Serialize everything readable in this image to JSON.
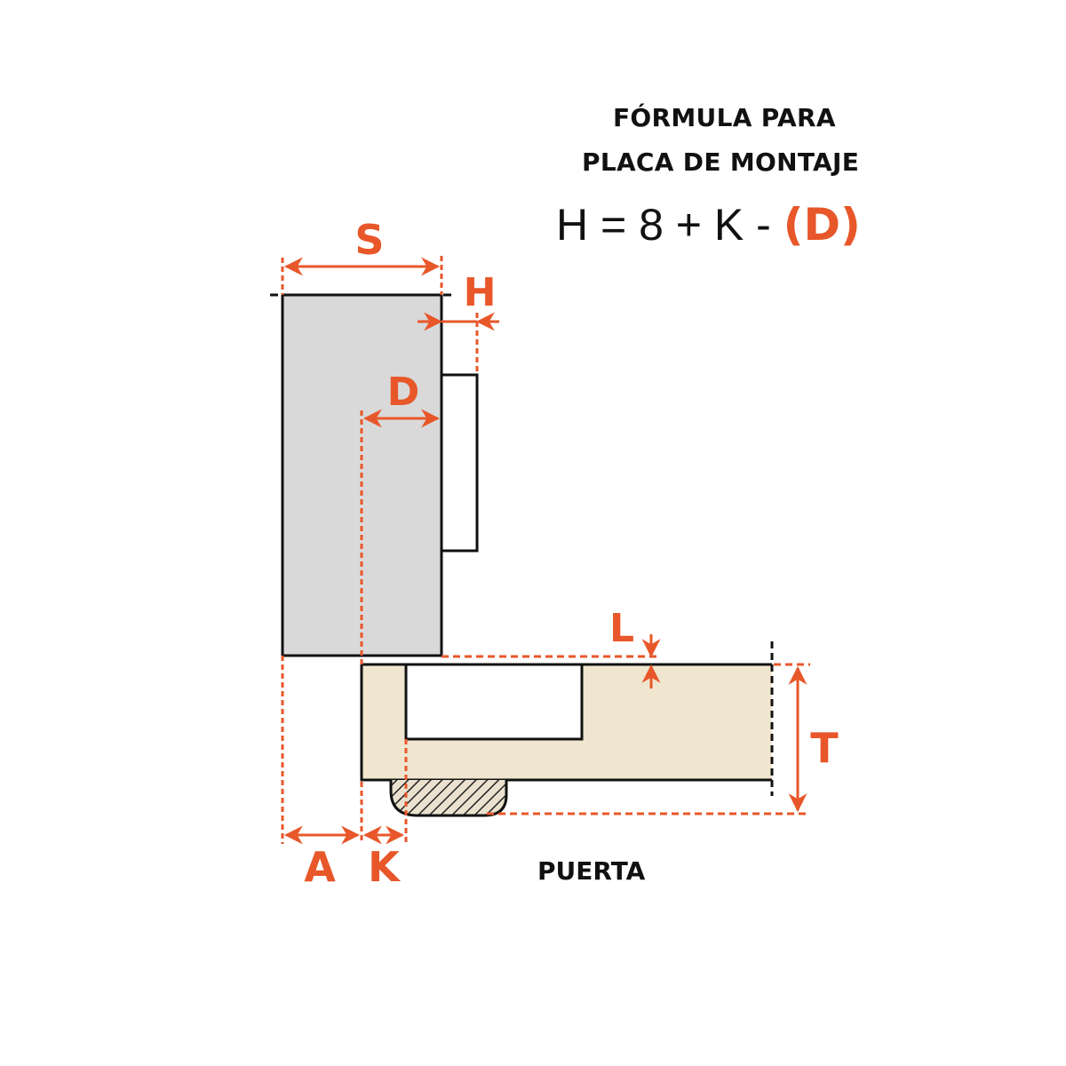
{
  "title": {
    "line1": "FÓRMULA PARA",
    "line2": "PLACA DE MONTAJE"
  },
  "formula": {
    "prefix": "H = 8 + K - ",
    "highlight": "(D)"
  },
  "dimensions": {
    "S": "S",
    "H": "H",
    "D": "D",
    "L": "L",
    "T": "T",
    "A": "A",
    "K": "K"
  },
  "labels": {
    "door": "PUERTA"
  },
  "colors": {
    "accent": "#E8572A",
    "cabinet_side": "#D9D9DA",
    "door": "#F0E6D0",
    "outline": "#111111"
  }
}
